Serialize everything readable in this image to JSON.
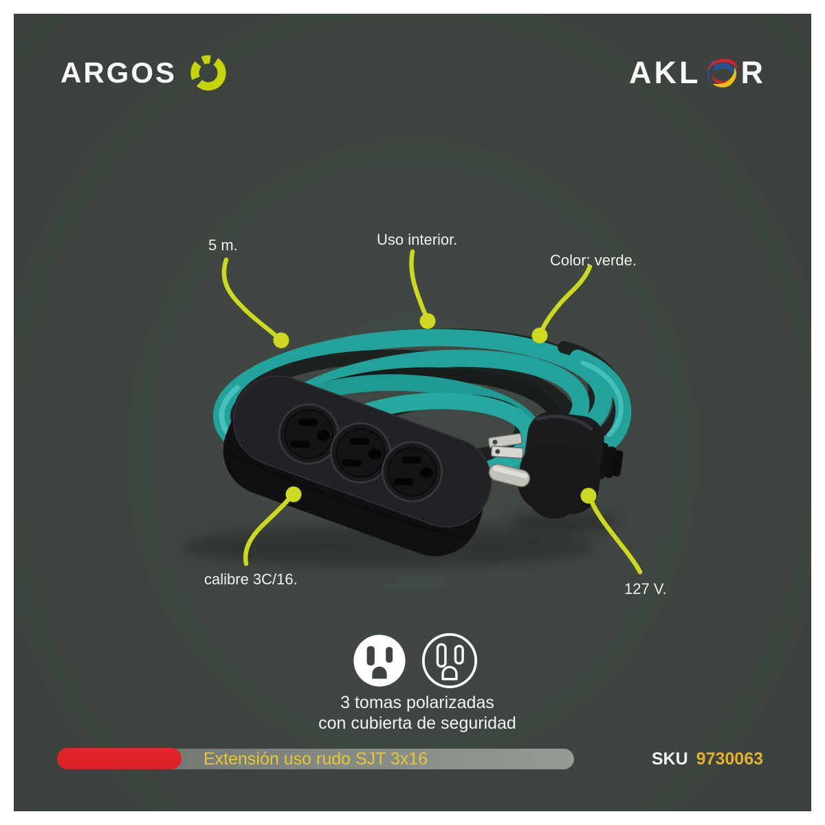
{
  "header": {
    "brand_left": "ARGOS",
    "brand_right_pre": "AKL",
    "brand_right_post": "R"
  },
  "callouts": [
    {
      "id": "length",
      "label": "5 m."
    },
    {
      "id": "indoor-use",
      "label": "Uso interior."
    },
    {
      "id": "color",
      "label": "Color: verde."
    },
    {
      "id": "gauge",
      "label": "calibre 3C/16."
    },
    {
      "id": "voltage",
      "label": "127 V."
    }
  ],
  "features": {
    "line1": "3 tomas polarizadas",
    "line2": "con cubierta de seguridad",
    "icons": [
      "outlet-filled-icon",
      "outlet-outline-icon"
    ]
  },
  "footer": {
    "product_name": "Extensión uso rudo SJT 3x16",
    "sku_label": "SKU",
    "sku_value": "9730063"
  },
  "colors": {
    "panel_bg": "#3e4540",
    "frame": "#ffffff",
    "accent_green": "#ccd91e",
    "argos_ring": "#c6d40a",
    "cable_teal": "#23a29b",
    "pill_red": "#df2127",
    "product_name_gold": "#e9c72e",
    "sku_gold": "#e4b32a"
  }
}
